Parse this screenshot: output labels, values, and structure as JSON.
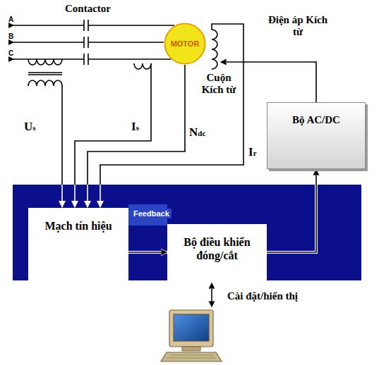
{
  "diagram": {
    "nodes": [
      {
        "text": [
          "MOTOR"
        ]
      },
      {
        "text": [
          "Bộ AC/DC"
        ]
      },
      {
        "text": [
          "Feedback"
        ]
      },
      {
        "text": [
          "Mạch tín hiệu"
        ],
        "in": 2
      },
      {
        "text": [
          "Bộ điều khiển đóng/cắt"
        ],
        "in": 2
      }
    ],
    "edges": [
      {
        "from": 3,
        "to": 4,
        "arrow": "to"
      },
      {
        "from": 4,
        "to": 1,
        "arrow": "to"
      }
    ],
    "labels": [
      "Contactor",
      "A",
      "B",
      "C",
      "Điện áp Kích từ",
      "Cuộn Kích từ",
      "Us",
      "Is",
      "Ndc",
      "Ir",
      "Cài đặt/hiển thị"
    ]
  }
}
